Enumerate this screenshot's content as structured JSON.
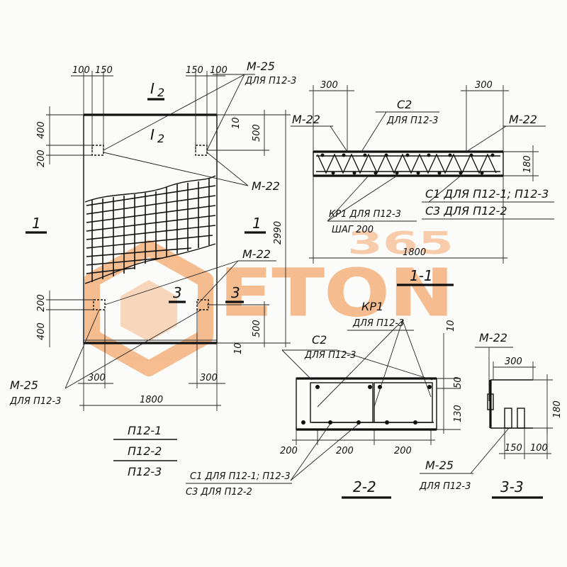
{
  "watermark": {
    "brand": "ETON",
    "number": "365",
    "color": "#f08a3a"
  },
  "plan": {
    "dims_top_left": [
      "100",
      "150"
    ],
    "dims_top_right": [
      "150",
      "100"
    ],
    "dim_400_top": "400",
    "dim_200_top": "200",
    "dim_500_top": "500",
    "dim_10_top": "10",
    "dim_2990": "2990",
    "dim_200_bot": "200",
    "dim_400_bot": "400",
    "dim_500_bot": "500",
    "dim_10_bot": "10",
    "dim_300_left": "300",
    "dim_300_right": "300",
    "dim_1800": "1800",
    "section_i2_top": "I",
    "section_i2_top_sub": "2",
    "section_i2_mid": "I",
    "section_i2_mid_sub": "2",
    "section_1_left": "1",
    "section_1_right": "1",
    "section_3_left": "3",
    "section_3_right": "3",
    "label_m25_top": "М-25",
    "label_m25_top_sub": "ДЛЯ П12-3",
    "label_m22_mid": "М-22",
    "label_m22_low": "М-22",
    "label_m25_bot": "М-25",
    "label_m25_bot_sub": "ДЛЯ П12-3"
  },
  "marks": [
    "П12-1",
    "П12-2",
    "П12-3"
  ],
  "section11": {
    "dim_300_left": "300",
    "dim_300_right": "300",
    "dim_180": "180",
    "dim_1800": "1800",
    "label_m22_left": "М-22",
    "label_m22_right": "М-22",
    "label_c2": "С2",
    "label_c2_sub": "ДЛЯ П12-3",
    "label_c1": "С1  ДЛЯ П12-1; П12-3",
    "label_c3": "С3  ДЛЯ П12-2",
    "label_kp1": "КР1  ДЛЯ П12-3",
    "label_step": "ШАГ  200",
    "title": "1-1"
  },
  "section22": {
    "label_kp1": "КР1",
    "label_kp1_sub": "ДЛЯ П12-3",
    "label_c2": "С2",
    "label_c2_sub": "ДЛЯ П12-3",
    "dim_10": "10",
    "dim_50": "50",
    "dim_130": "130",
    "dims_bottom": [
      "200",
      "200",
      "200"
    ],
    "label_c1": "С1  ДЛЯ П12-1; П12-3",
    "label_c3": "С3  ДЛЯ П12-2",
    "title": "2-2"
  },
  "section33": {
    "label_m22": "М-22",
    "dim_300": "300",
    "dim_180": "180",
    "dim_150": "150",
    "dim_100": "100",
    "label_m25": "М-25",
    "label_m25_sub": "ДЛЯ П12-3",
    "title": "3-3"
  }
}
